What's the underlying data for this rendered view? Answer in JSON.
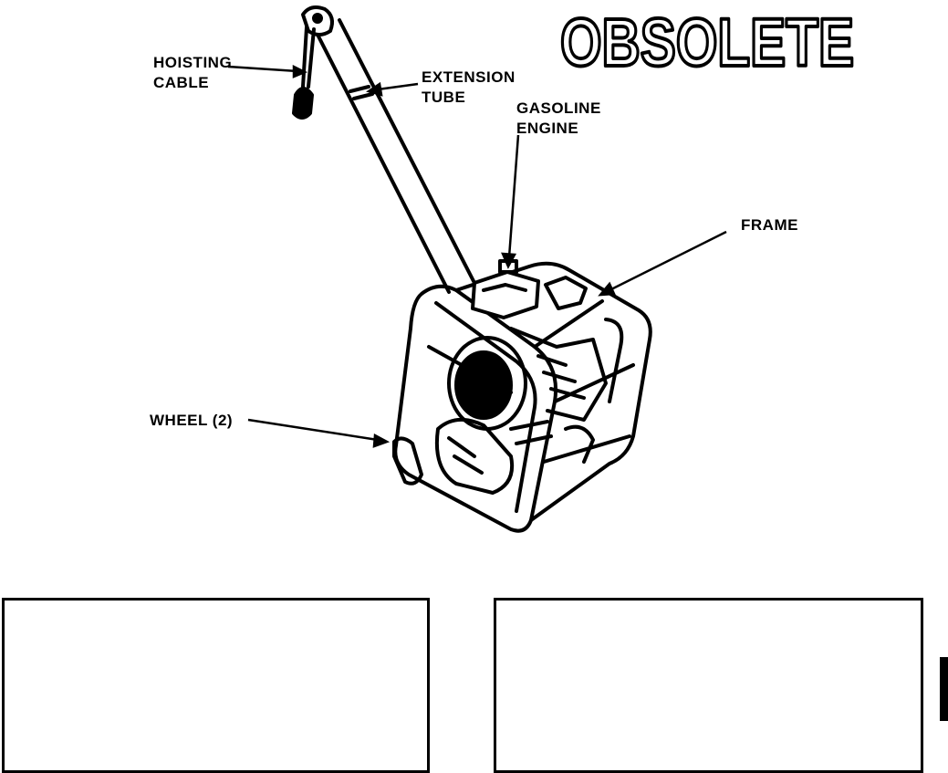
{
  "stamp": {
    "text": "OBSOLETE"
  },
  "labels": {
    "hoisting_cable": "HOISTING\nCABLE",
    "extension_tube": "EXTENSION\nTUBE",
    "gasoline_engine": "GASOLINE\nENGINE",
    "frame": "FRAME",
    "wheel": "WHEEL (2)"
  },
  "colors": {
    "ink": "#000000",
    "paper": "#ffffff"
  }
}
